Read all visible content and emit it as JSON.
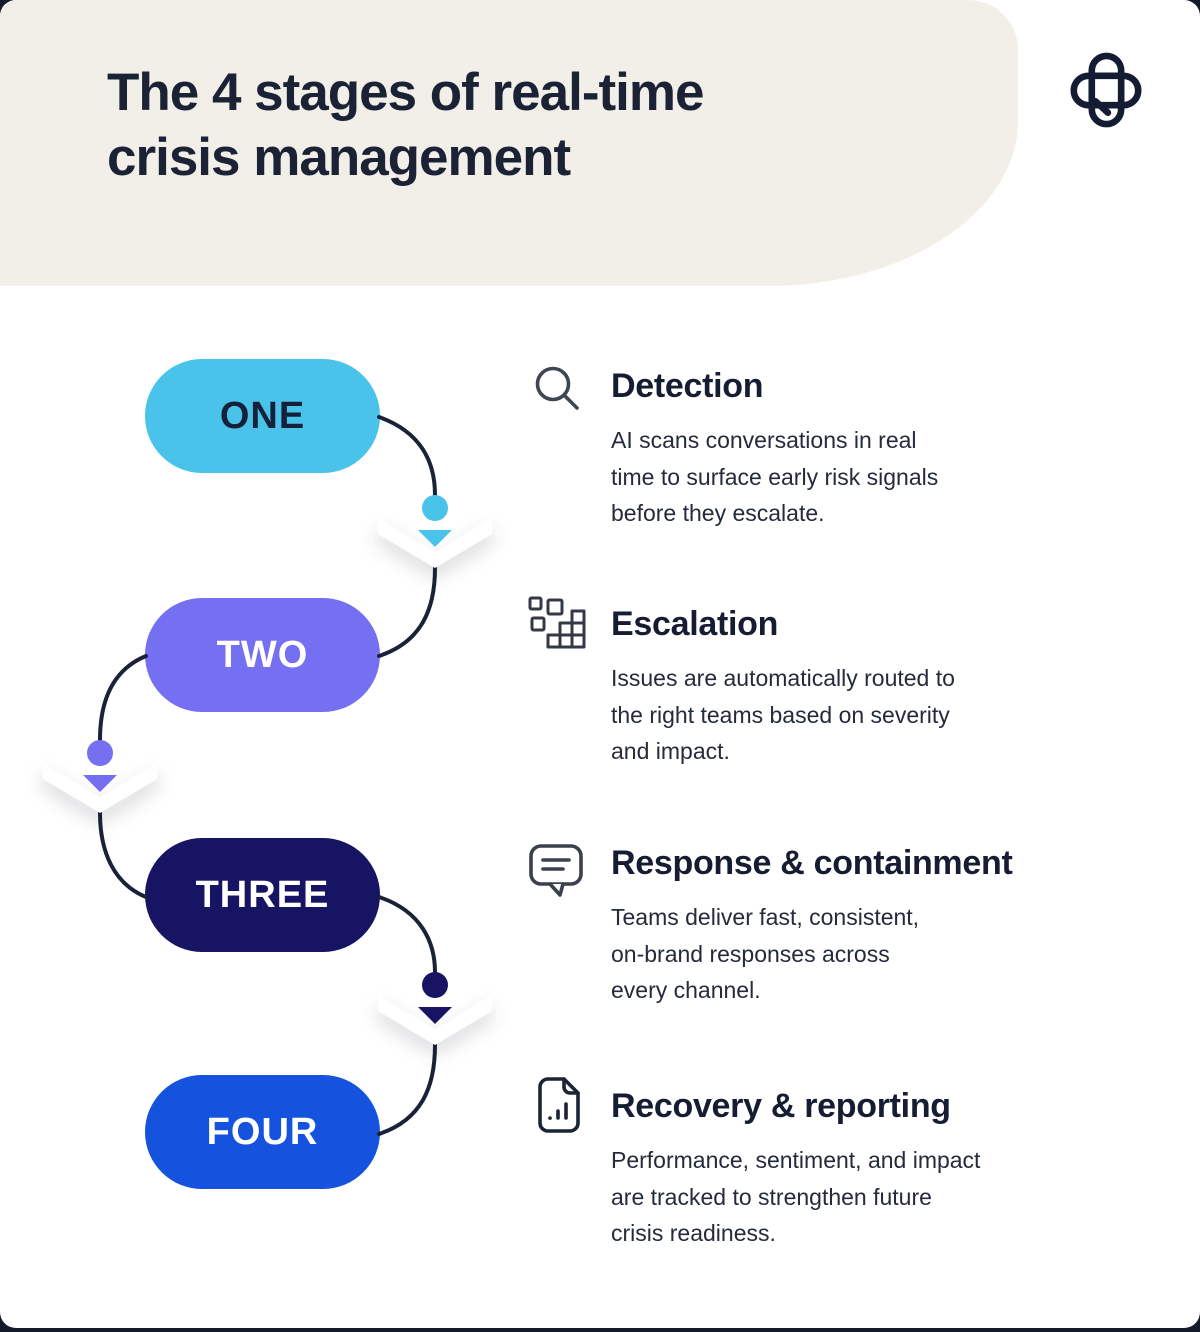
{
  "canvas": {
    "bg": "#141a2a",
    "card_bg": "#ffffff"
  },
  "header": {
    "bg": "#f2efe9",
    "title_line1": "The 4 stages of real-time",
    "title_line2": "crisis management",
    "title_color": "#1b2235",
    "logo": {
      "name": "brand-logo",
      "color": "#141c33"
    }
  },
  "stages": [
    {
      "label": "ONE",
      "color": "#4ac3ea",
      "text_color": "#15203a"
    },
    {
      "label": "TWO",
      "color": "#7570f1",
      "text_color": "#ffffff"
    },
    {
      "label": "THREE",
      "color": "#171563",
      "text_color": "#ffffff"
    },
    {
      "label": "FOUR",
      "color": "#1553de",
      "text_color": "#ffffff"
    }
  ],
  "connector": {
    "line_color": "#1b2139"
  },
  "sections": [
    {
      "icon": "search-icon",
      "icon_color": "#3f4553",
      "title": "Detection",
      "lines": [
        "AI scans conversations in real",
        "time to surface early risk signals",
        "before they escalate."
      ]
    },
    {
      "icon": "escalation-grid-icon",
      "icon_color": "#333947",
      "title": "Escalation",
      "lines": [
        "Issues are automatically routed to",
        "the right teams based on severity",
        "and impact."
      ]
    },
    {
      "icon": "chat-bubble-icon",
      "icon_color": "#3a404e",
      "title": "Response & containment",
      "lines": [
        "Teams deliver fast, consistent,",
        "on-brand responses across",
        "every channel."
      ]
    },
    {
      "icon": "document-chart-icon",
      "icon_color": "#1c2334",
      "title": "Recovery & reporting",
      "lines": [
        "Performance, sentiment, and impact",
        "are tracked to strengthen future",
        "crisis readiness."
      ]
    }
  ]
}
